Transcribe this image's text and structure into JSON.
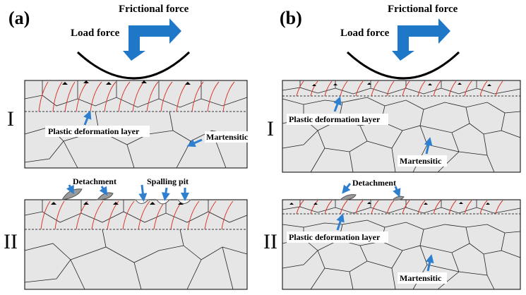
{
  "panels": {
    "a": {
      "tag": "(a)",
      "frictional": "Frictional force",
      "load": "Load force",
      "row1": {
        "roman": "I",
        "layer_label": "Plastic deformation layer",
        "matrix_label": "Martensitic"
      },
      "row2": {
        "roman": "II",
        "detach_label": "Detachment",
        "spall_label": "Spalling pit"
      }
    },
    "b": {
      "tag": "(b)",
      "frictional": "Frictional force",
      "load": "Load force",
      "row1": {
        "roman": "I",
        "layer_label": "Plastic deformation layer",
        "matrix_label": "Martensitic"
      },
      "row2": {
        "roman": "II",
        "detach_label": "Detachment",
        "layer_label": "Plastic deformation layer",
        "matrix_label": "Martensitic"
      }
    }
  },
  "colors": {
    "force_arrow": "#1f77c8",
    "label_arrow": "#2f7fd0",
    "slip_lines": "#d9362b",
    "specimen": "#e6e6e6"
  }
}
